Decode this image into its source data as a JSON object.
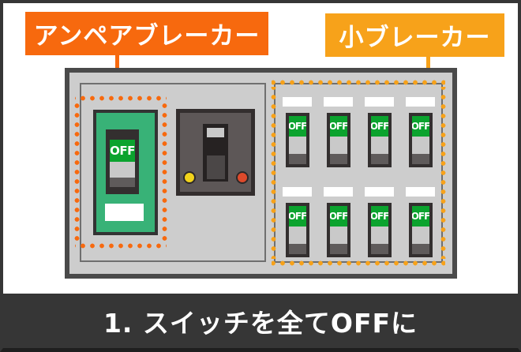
{
  "labels": {
    "ampere": {
      "text": "アンペアブレーカー",
      "color": "#f7690e"
    },
    "small": {
      "text": "小ブレーカー",
      "color": "#f7a21a"
    }
  },
  "panel": {
    "ampere_breaker": {
      "switch_label": "OFF",
      "body_color": "#38b277",
      "off_color": "#0ba32e"
    },
    "main_breaker": {
      "indicator_left_color": "#f2d31b",
      "indicator_right_color": "#de4a2b"
    },
    "small_breakers": {
      "count": 8,
      "items": [
        {
          "switch_label": "OFF"
        },
        {
          "switch_label": "OFF"
        },
        {
          "switch_label": "OFF"
        },
        {
          "switch_label": "OFF"
        },
        {
          "switch_label": "OFF"
        },
        {
          "switch_label": "OFF"
        },
        {
          "switch_label": "OFF"
        },
        {
          "switch_label": "OFF"
        }
      ]
    }
  },
  "caption": {
    "text": "1. スイッチを全てOFFに"
  },
  "colors": {
    "panel_fill": "#cdcdcd",
    "panel_border": "#4a4a4a",
    "bar_background": "#363636",
    "accent_orange": "#f7690e",
    "accent_amber": "#f7a21a"
  }
}
